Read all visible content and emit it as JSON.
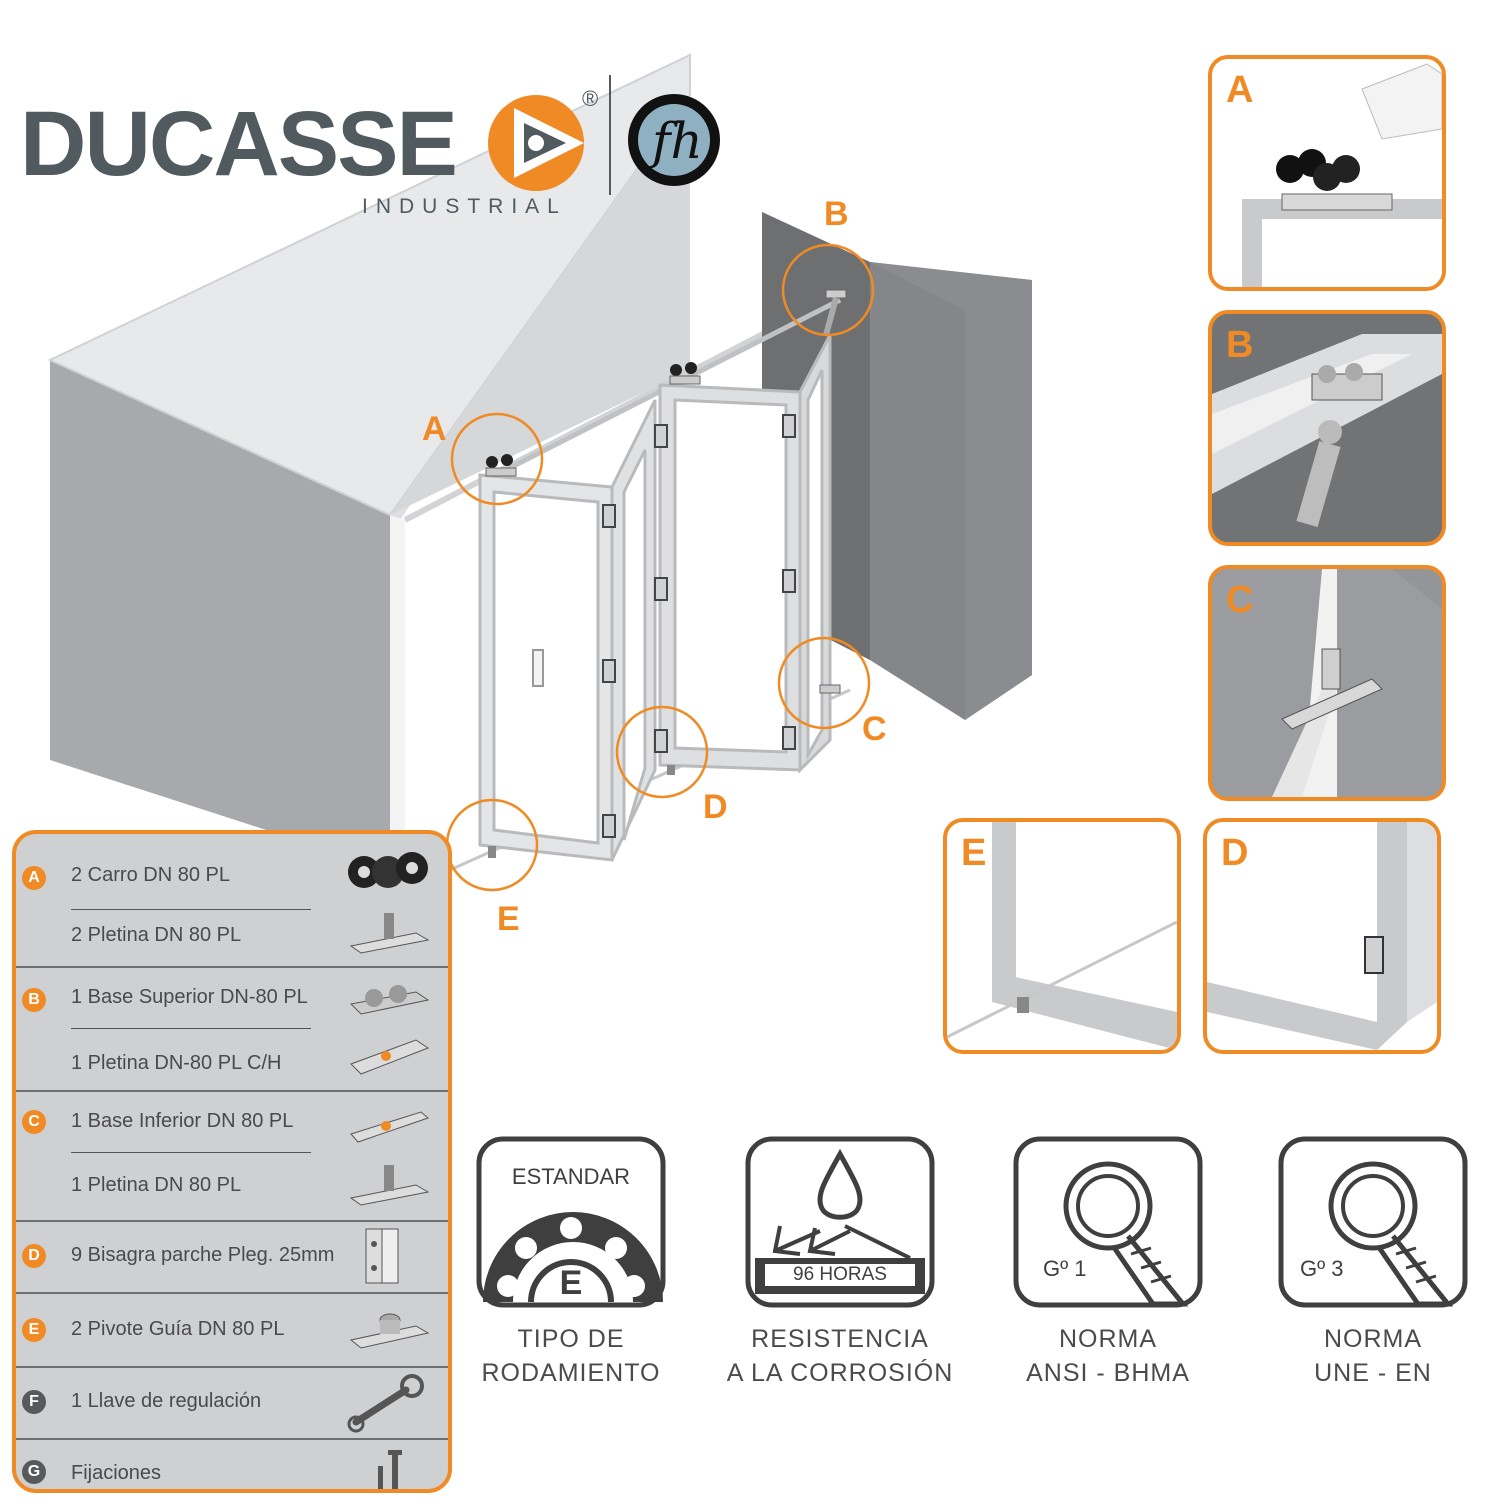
{
  "brand": {
    "name": "DUCASSE",
    "sub": "INDUSTRIAL",
    "reg": "®"
  },
  "callouts": {
    "a": "A",
    "b": "B",
    "c": "C",
    "d": "D",
    "e": "E"
  },
  "details": {
    "a": "A",
    "b": "B",
    "c": "C",
    "d": "D",
    "e": "E"
  },
  "parts": [
    {
      "letter": "A",
      "color": "#f08a24",
      "lines": [
        "2 Carro DN 80 PL",
        "2 Pletina DN 80 PL"
      ]
    },
    {
      "letter": "B",
      "color": "#f08a24",
      "lines": [
        "1 Base Superior DN-80 PL",
        "1 Pletina DN-80 PL C/H"
      ]
    },
    {
      "letter": "C",
      "color": "#f08a24",
      "lines": [
        "1 Base Inferior DN 80 PL",
        "1 Pletina DN 80 PL"
      ]
    },
    {
      "letter": "D",
      "color": "#f08a24",
      "lines": [
        "9 Bisagra parche Pleg. 25mm"
      ]
    },
    {
      "letter": "E",
      "color": "#f08a24",
      "lines": [
        "2 Pivote Guía  DN 80 PL"
      ]
    },
    {
      "letter": "F",
      "color": "#58595b",
      "lines": [
        "1 Llave de regulación"
      ]
    },
    {
      "letter": "G",
      "color": "#58595b",
      "lines": [
        "Fijaciones"
      ]
    }
  ],
  "specs": {
    "rodamiento": {
      "label": "ESTANDAR",
      "grade": "E",
      "cap1": "TIPO DE",
      "cap2": "RODAMIENTO"
    },
    "corrosion": {
      "label": "96 HORAS",
      "cap1": "RESISTENCIA",
      "cap2": "A LA CORROSIÓN"
    },
    "ansi": {
      "grade": "Gº 1",
      "cap1": "NORMA",
      "cap2": "ANSI - BHMA"
    },
    "une": {
      "grade": "Gº 3",
      "cap1": "NORMA",
      "cap2": "UNE - EN"
    }
  },
  "colors": {
    "accent": "#f08a24",
    "wall": "#a7a9ac",
    "wall_dark": "#6d6e71",
    "frame": "#c8c9cb",
    "panel_bg": "#cfd0d2"
  }
}
